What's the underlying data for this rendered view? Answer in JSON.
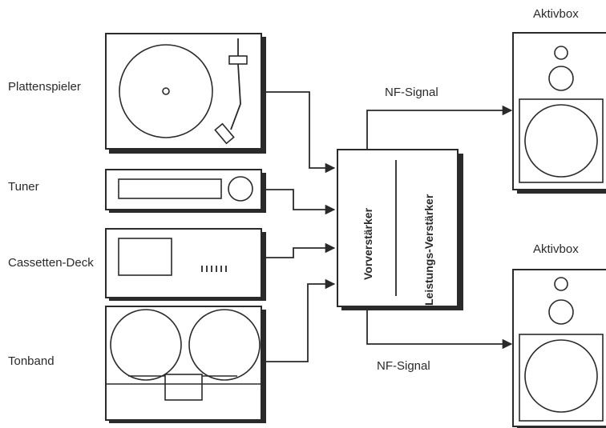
{
  "labels": {
    "turntable": "Plattenspieler",
    "tuner": "Tuner",
    "cassette": "Cassetten-Deck",
    "tape": "Tonband",
    "signal_top": "NF-Signal",
    "signal_bottom": "NF-Signal",
    "speaker_top": "Aktivbox",
    "speaker_bottom": "Aktivbox",
    "preamp": "Vorverstärker",
    "power_amp": "Leistungs-Verstärker"
  },
  "colors": {
    "ink": "#2a2a2a",
    "paper": "#ffffff"
  }
}
